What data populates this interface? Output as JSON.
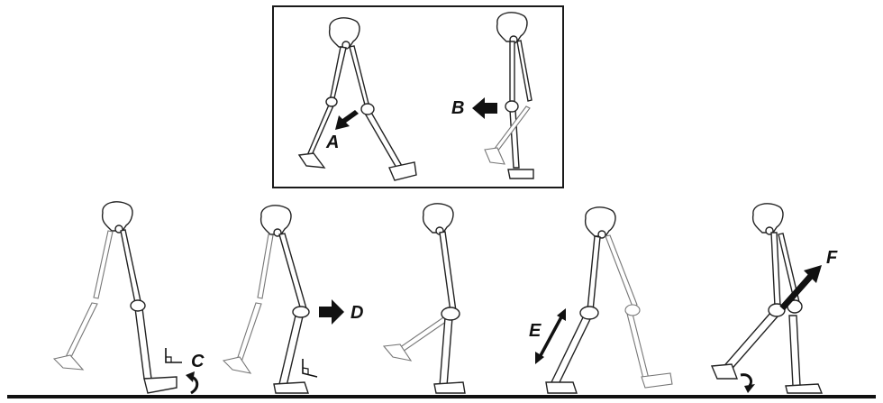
{
  "figure": {
    "description": "Gait cycle skeletal diagram with force/motion arrows",
    "inset": {
      "labels": [
        {
          "id": "A",
          "text": "A",
          "arrow": "down-left"
        },
        {
          "id": "B",
          "text": "B",
          "arrow": "left"
        }
      ]
    },
    "phases": [
      {
        "index": 1,
        "label": "C",
        "annotation": "right-angle marker + curved rotation arrow at foot"
      },
      {
        "index": 2,
        "label": "D",
        "annotation": "right-angle marker + arrow pointing right at knee"
      },
      {
        "index": 3,
        "label": "",
        "annotation": "mid-stance"
      },
      {
        "index": 4,
        "label": "E",
        "annotation": "double-headed arrow along shank"
      },
      {
        "index": 5,
        "label": "F",
        "annotation": "diagonal arrow up-right at knee + curved arrow at foot"
      }
    ],
    "colors": {
      "line": "#111111",
      "background": "#ffffff"
    }
  }
}
